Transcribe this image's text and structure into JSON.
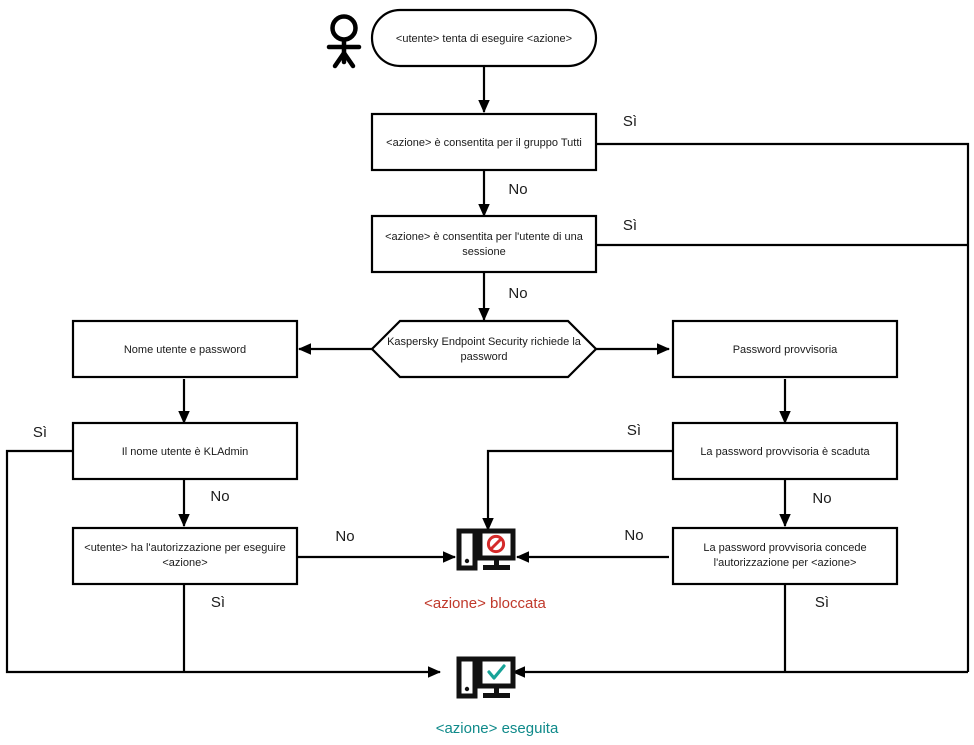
{
  "diagram": {
    "title": "Kaspersky Endpoint Security password check flow",
    "language": "it",
    "colors": {
      "stroke": "#000000",
      "text": "#1a1a1a",
      "blocked": "#c0392b",
      "blocked_icon": "#d42a2a",
      "executed": "#0f8a8a",
      "executed_icon": "#17a398",
      "background": "#ffffff"
    }
  },
  "actor": {
    "name": "utente",
    "icon": "person-icon"
  },
  "nodes": {
    "start": {
      "label": "<utente> tenta di eseguire <azione>",
      "shape": "rounded"
    },
    "allowed_group": {
      "label": "<azione> è consentita per il gruppo Tutti",
      "shape": "rect"
    },
    "allowed_session_user": {
      "label": "<azione> è consentita per l'utente di una sessione",
      "shape": "rect"
    },
    "kes_requires_password": {
      "label": "Kaspersky Endpoint Security richiede la password",
      "shape": "hexagon"
    },
    "username_password": {
      "label": "Nome utente e password",
      "shape": "rect"
    },
    "temporary_password": {
      "label": "Password provvisoria",
      "shape": "rect"
    },
    "is_kladmin": {
      "label": "Il nome utente è KLAdmin",
      "shape": "rect"
    },
    "temp_password_expired": {
      "label": "La password provvisoria è scaduta",
      "shape": "rect"
    },
    "user_has_permission": {
      "label": "<utente> ha l'autorizzazione per eseguire <azione>",
      "shape": "rect"
    },
    "temp_password_grants": {
      "label": "La password provvisoria concede l'autorizzazione per <azione>",
      "shape": "rect"
    },
    "action_blocked": {
      "label": "<azione> bloccata",
      "icon": "monitor-blocked-icon"
    },
    "action_executed": {
      "label": "<azione> eseguita",
      "icon": "monitor-check-icon"
    }
  },
  "edge_labels": {
    "yes": "Sì",
    "no": "No",
    "group_yes": "Sì",
    "group_no": "No",
    "session_yes": "Sì",
    "session_no": "No",
    "kladmin_yes": "Sì",
    "kladmin_no": "No",
    "permission_no": "No",
    "permission_yes": "Sì",
    "expired_yes": "Sì",
    "expired_no": "No",
    "grants_no": "No",
    "grants_yes": "Sì"
  }
}
